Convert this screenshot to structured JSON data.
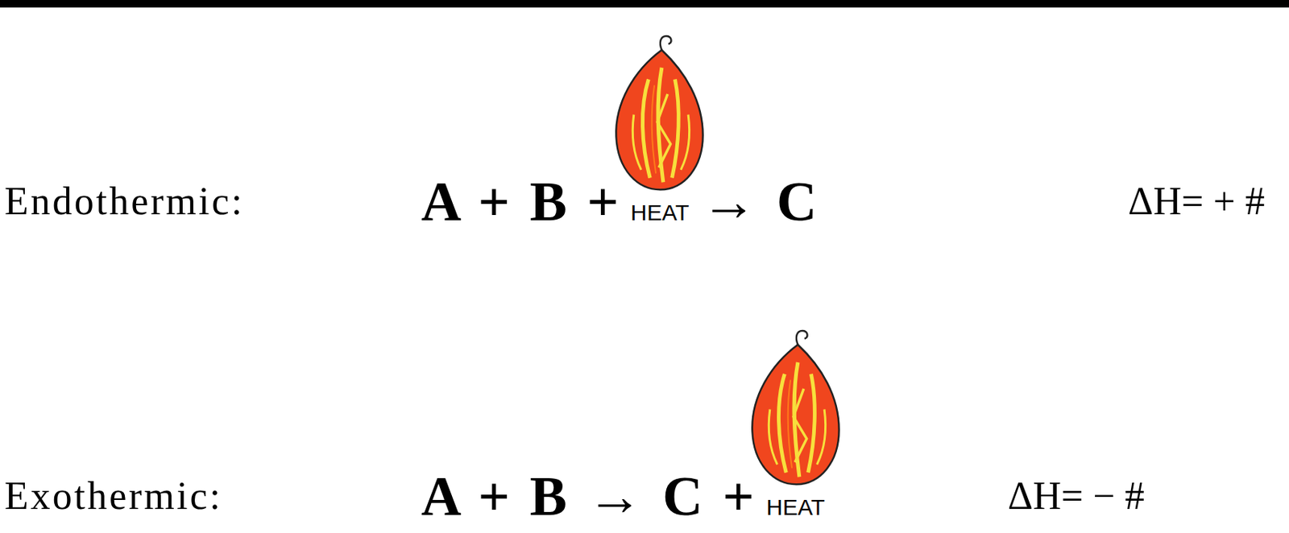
{
  "diagram": {
    "labels": [
      "Endothermic:",
      "A + B +",
      "HEAT",
      "→ C",
      "ΔH= + #",
      "Exothermic:",
      "A + B → C +",
      "HEAT",
      "ΔH= − #"
    ]
  }
}
